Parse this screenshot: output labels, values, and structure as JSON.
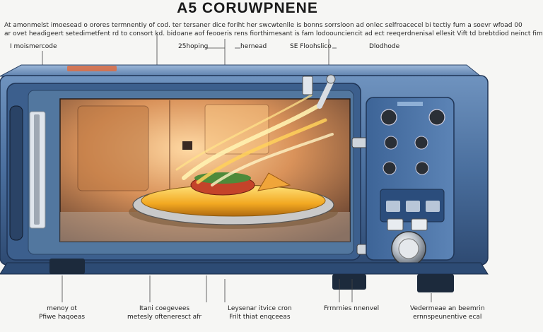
{
  "diagram": {
    "title": "A5 CORUWPNENE",
    "intro_lines": [
      "At amonmelst imoesead o orores termnentiy of cod. ter tersaner dice foriht her swcwtenlle is bonns sorrsloon ad onlec selfroacecel bi tectiy fum a soevr wfoad 00",
      "ar ovet headigeert setedimetfent rd to consort kd. bidoane aof feooeris rens fiorthimesant is fam lodoounciencit ad ect reeqerdnenisal ellesit Vift td brebtdiod neinct fim"
    ],
    "top_labels": [
      "I moismercode",
      "25hoping",
      "hernead",
      "SE Floohslico",
      "Dlodhode"
    ],
    "bottom_labels": [
      [
        "menoy ot",
        "Pfiwe haqoeas"
      ],
      [
        "Itani coegevees",
        "metesly ofteneresct afr"
      ],
      [
        "Leysenar itvice cron",
        "Frilt thiat enqceeas"
      ],
      [
        "Frrnrnies nnenvel"
      ],
      [
        "Vedermeae an beemrin",
        "ernnspeunentive ecal"
      ]
    ]
  }
}
